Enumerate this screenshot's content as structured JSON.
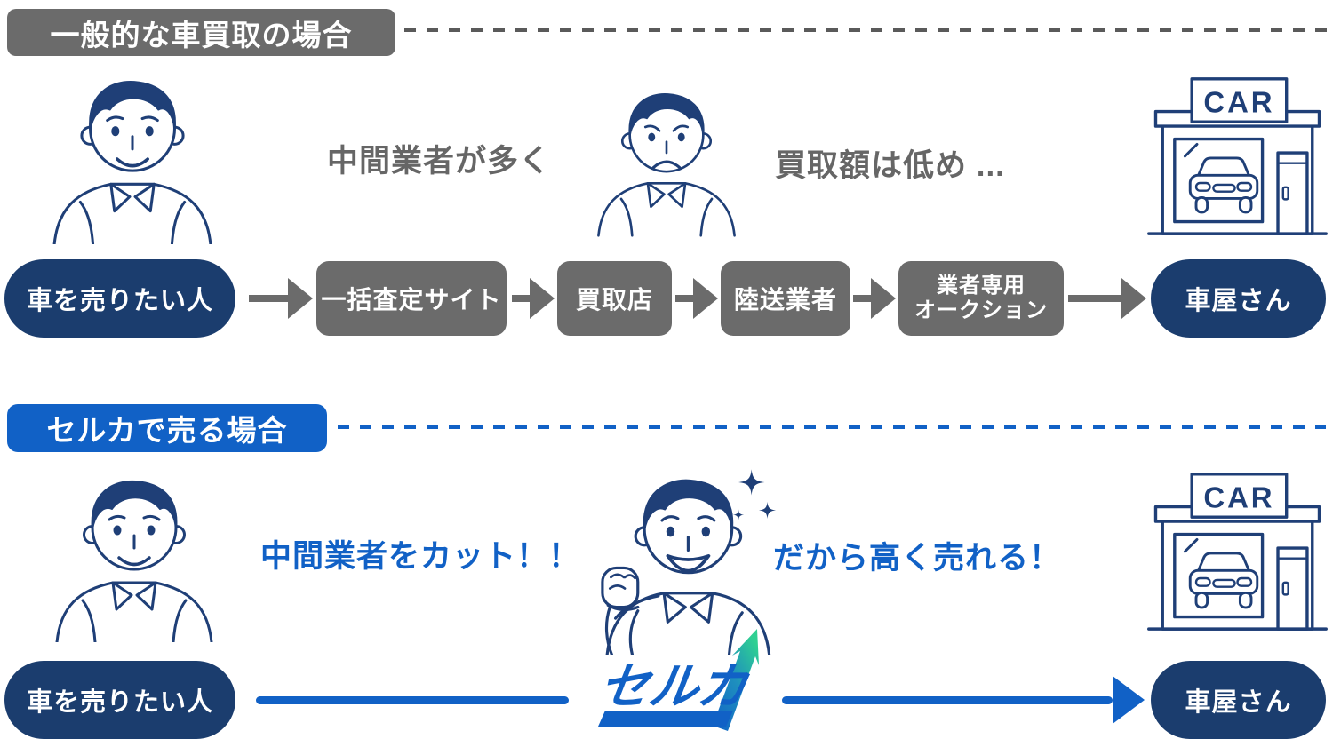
{
  "top_section": {
    "header": "一般的な車買取の場合",
    "note_left": "中間業者が多く",
    "note_right": "買取額は低め ...",
    "flow": [
      {
        "label": "車を売りたい人"
      },
      {
        "label": "一括査定サイト"
      },
      {
        "label": "買取店"
      },
      {
        "label": "陸送業者"
      },
      {
        "line1": "業者専用",
        "line2": "オークション"
      },
      {
        "label": "車屋さん"
      }
    ],
    "shop_sign": "CAR"
  },
  "bottom_section": {
    "header": "セルカで売る場合",
    "note_left": "中間業者をカット！！",
    "note_right": "だから高く売れる！",
    "start_label": "車を売りたい人",
    "logo_text": "セルカ",
    "end_label": "車屋さん",
    "shop_sign": "CAR"
  },
  "colors": {
    "gray": "#6b6b6b",
    "gray_text": "#666666",
    "navy": "#1b3d6e",
    "blue": "#1161c6",
    "green": "#2fd092",
    "illustration_outline": "#1f3f77"
  }
}
